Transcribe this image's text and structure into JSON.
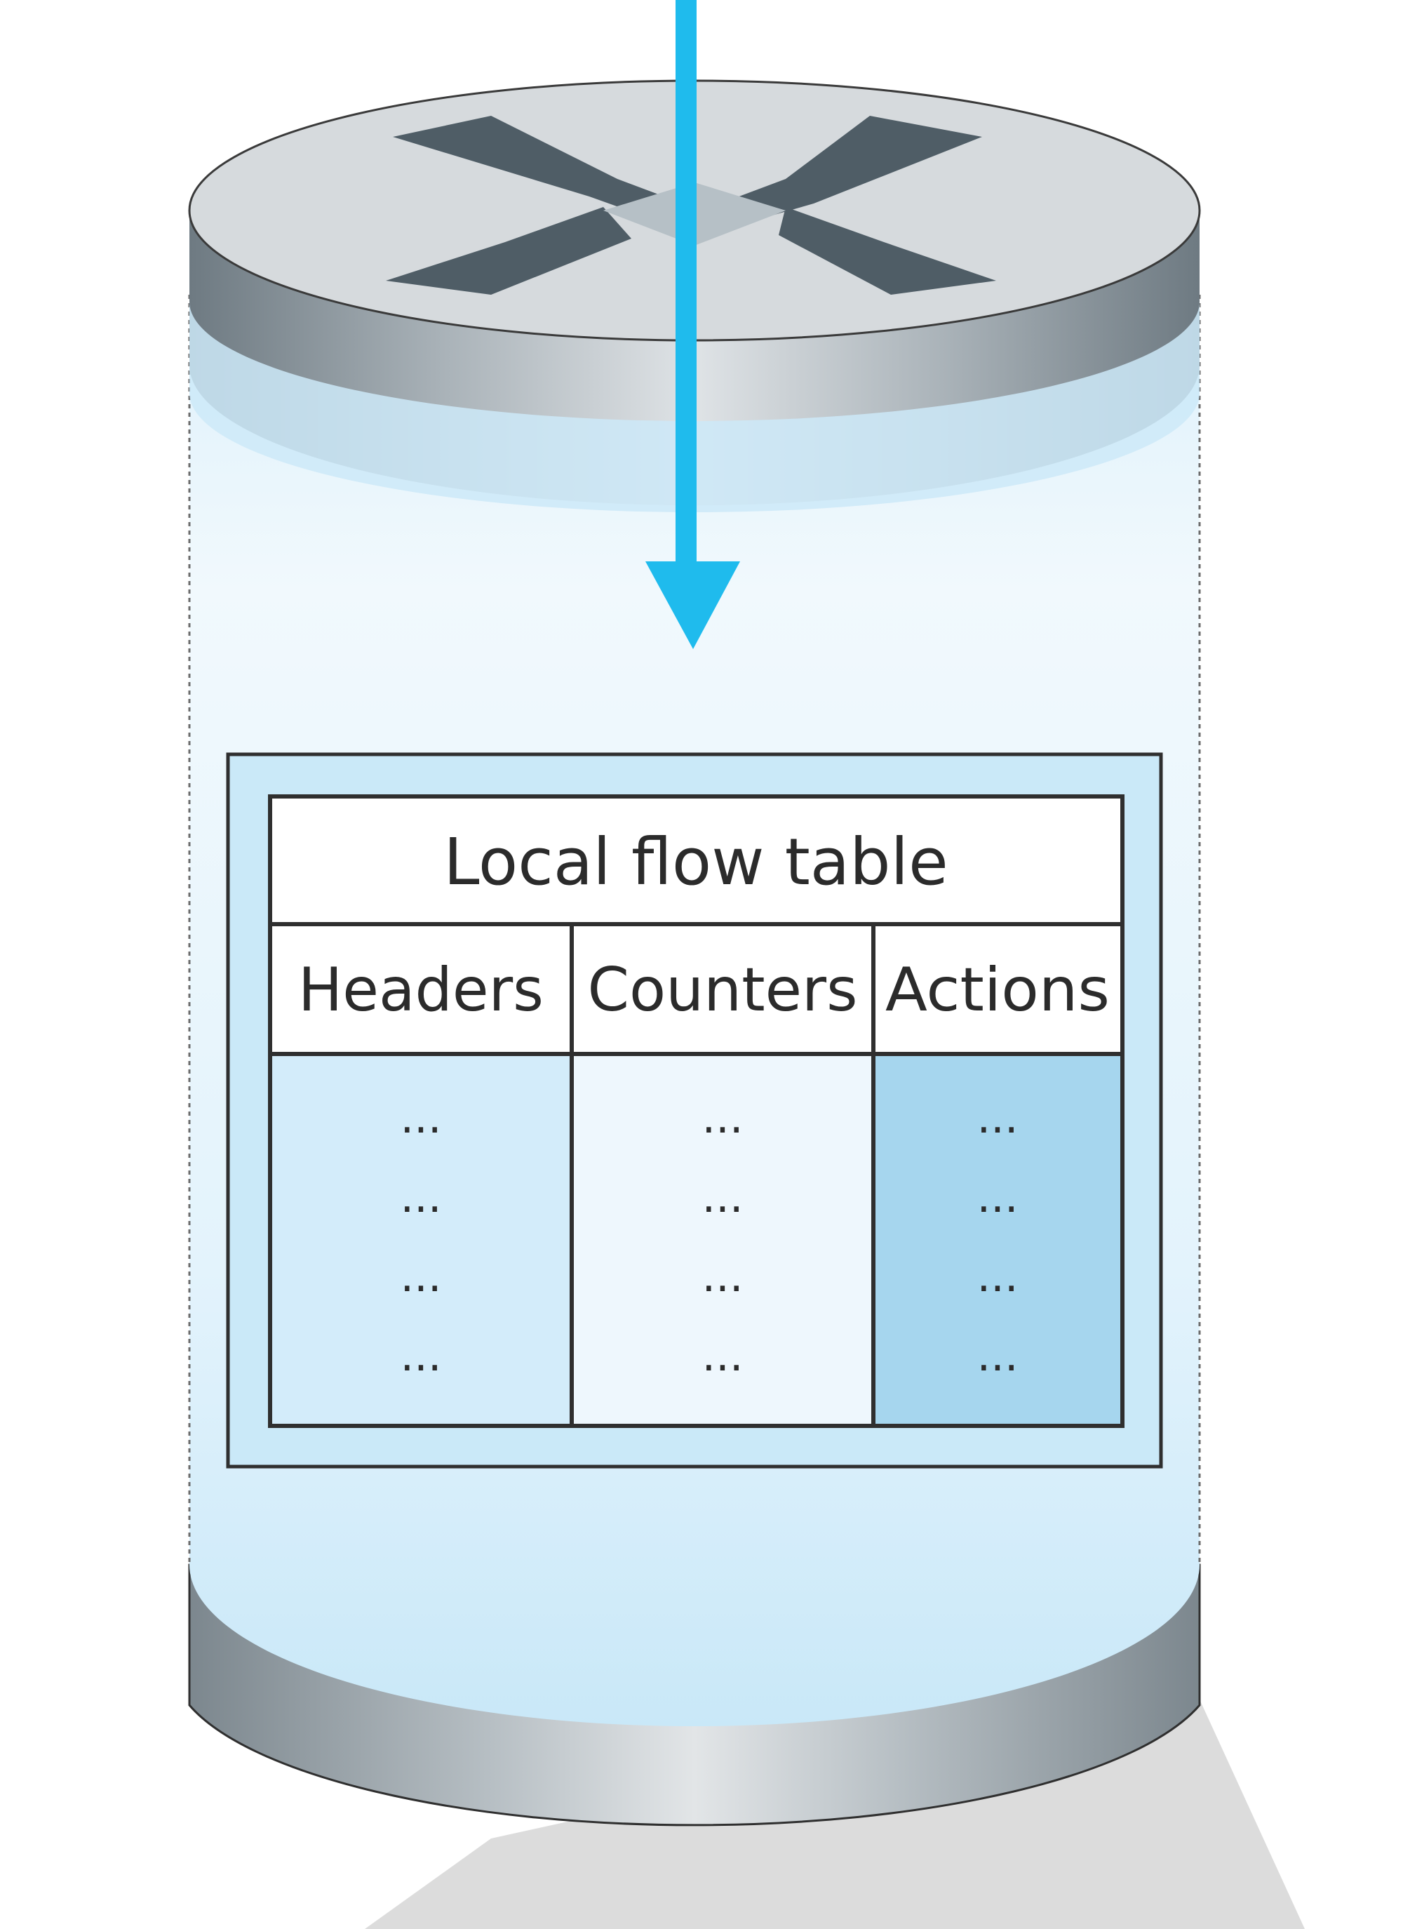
{
  "table": {
    "title": "Local flow table",
    "columns": [
      {
        "key": "headers",
        "label": "Headers",
        "fill": "#d3ecfa"
      },
      {
        "key": "counters",
        "label": "Counters",
        "fill": "#eef7fd"
      },
      {
        "key": "actions",
        "label": "Actions",
        "fill": "#a6d6ee"
      }
    ],
    "rows": [
      [
        "···",
        "···",
        "···"
      ],
      [
        "···",
        "···",
        "···"
      ],
      [
        "···",
        "···",
        "···"
      ],
      [
        "···",
        "···",
        "···"
      ]
    ]
  },
  "colors": {
    "arrow": "#1fbbed",
    "router_top": "#d6dadd",
    "router_symbol": "#4f5d66",
    "router_body_glow": "#cde9f8",
    "outline": "#2f2f2f"
  },
  "icons": {
    "router": "router-switch-icon",
    "arrow": "arrow-down-icon"
  }
}
